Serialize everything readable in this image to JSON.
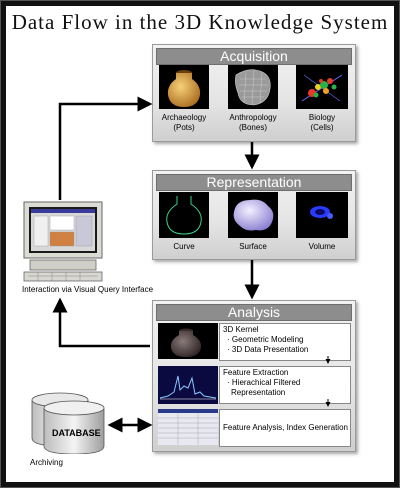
{
  "title": "Data Flow in the 3D Knowledge System",
  "acquisition": {
    "heading": "Acquisition",
    "items": [
      {
        "label": "Archaeology",
        "sub": "(Pots)"
      },
      {
        "label": "Anthropology",
        "sub": "(Bones)"
      },
      {
        "label": "Biology",
        "sub": "(Cells)"
      }
    ]
  },
  "representation": {
    "heading": "Representation",
    "items": [
      "Curve",
      "Surface",
      "Volume"
    ]
  },
  "analysis": {
    "heading": "Analysis",
    "kernel_title": "3D Kernel",
    "kernel_items": [
      "· Geometric Modeling",
      "· 3D Data Presentation"
    ],
    "feature_title": "Feature Extraction",
    "feature_items": [
      "· Hierachical Filtered",
      "Representation"
    ],
    "index_label": "Feature Analysis, Index Generation"
  },
  "interface_label": "Interaction via Visual Query Interface",
  "database": {
    "label": "DATABASE",
    "caption": "Archiving"
  }
}
